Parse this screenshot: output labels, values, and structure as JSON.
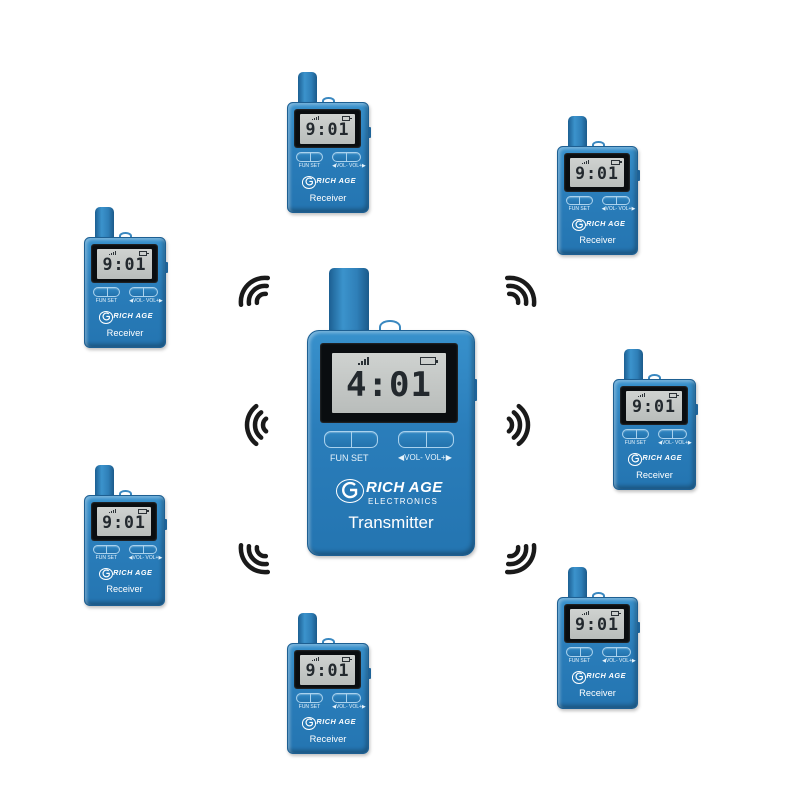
{
  "colors": {
    "device_blue": "#2a7dba",
    "lcd": "#c4c8c6",
    "bezel": "#0a0d10",
    "waves": "#1a1a1a"
  },
  "transmitter": {
    "display_value": "401",
    "display_text": "4:01",
    "fun_set_label": "FUN  SET",
    "vol_label": "◀VOL-  VOL+▶",
    "brand": "RICH AGE",
    "sub_brand": "ELECTRONICS",
    "logo_icon": "rich-age-logo-icon",
    "label": "Transmitter"
  },
  "receivers": [
    {
      "position": "top",
      "display_text": "9:01",
      "fun_set_label": "FUN  SET",
      "vol_label": "◀VOL-  VOL+▶",
      "brand": "RICH AGE",
      "label": "Receiver"
    },
    {
      "position": "top-right",
      "display_text": "9:01",
      "fun_set_label": "FUN  SET",
      "vol_label": "◀VOL-  VOL+▶",
      "brand": "RICH AGE",
      "label": "Receiver"
    },
    {
      "position": "upper-left",
      "display_text": "9:01",
      "fun_set_label": "FUN  SET",
      "vol_label": "◀VOL-  VOL+▶",
      "brand": "RICH AGE",
      "label": "Receiver"
    },
    {
      "position": "right",
      "display_text": "9:01",
      "fun_set_label": "FUN  SET",
      "vol_label": "◀VOL-  VOL+▶",
      "brand": "RICH AGE",
      "label": "Receiver"
    },
    {
      "position": "lower-left",
      "display_text": "9:01",
      "fun_set_label": "FUN  SET",
      "vol_label": "◀VOL-  VOL+▶",
      "brand": "RICH AGE",
      "label": "Receiver"
    },
    {
      "position": "bottom",
      "display_text": "9:01",
      "fun_set_label": "FUN  SET",
      "vol_label": "◀VOL-  VOL+▶",
      "brand": "RICH AGE",
      "label": "Receiver"
    },
    {
      "position": "bottom-right",
      "display_text": "9:01",
      "fun_set_label": "FUN  SET",
      "vol_label": "◀VOL-  VOL+▶",
      "brand": "RICH AGE",
      "label": "Receiver"
    }
  ],
  "signal_waves": [
    {
      "position": "upper-left",
      "direction": "left"
    },
    {
      "position": "upper-right",
      "direction": "right"
    },
    {
      "position": "middle-left",
      "direction": "left"
    },
    {
      "position": "middle-right",
      "direction": "right"
    },
    {
      "position": "lower-left",
      "direction": "left"
    },
    {
      "position": "lower-right",
      "direction": "right"
    }
  ]
}
